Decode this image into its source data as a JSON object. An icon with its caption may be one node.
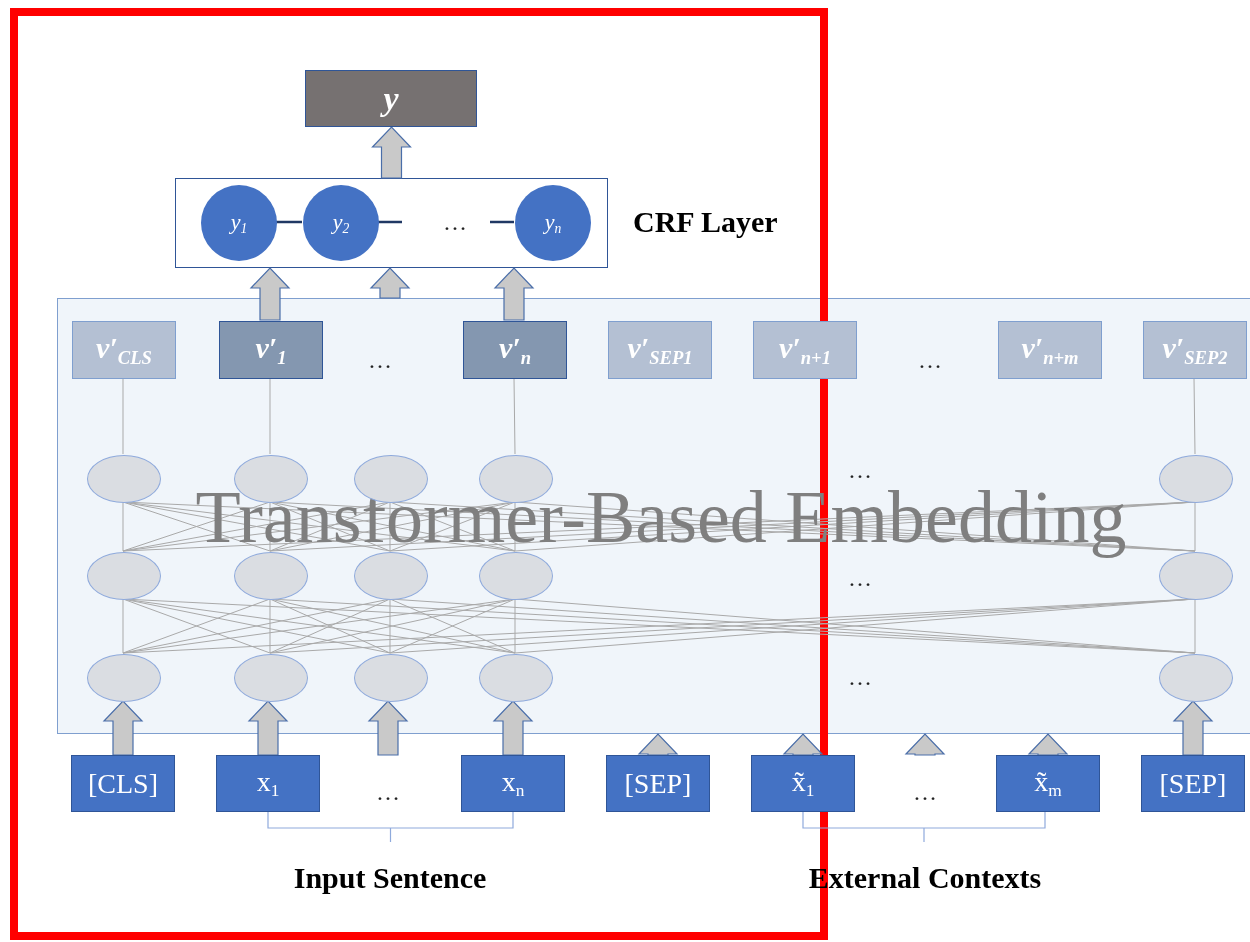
{
  "diagram": {
    "nodes": [
      {
        "text": [
          "y"
        ]
      },
      {
        "text": [
          "CRF Layer"
        ]
      },
      {
        "text": [
          "y$_{1}$"
        ],
        "in": 1
      },
      {
        "text": [
          "y$_{2}$"
        ],
        "in": 1
      },
      {
        "text": [
          "y$_{n}$"
        ],
        "in": 1
      },
      {
        "text": [
          "Transformer-Based Embedding"
        ]
      },
      {
        "text": [
          "v′$_{CLS}$"
        ],
        "in": 5
      },
      {
        "text": [
          "v′$_{1}$"
        ],
        "in": 5
      },
      {
        "text": [
          "v′$_{n}$"
        ],
        "in": 5
      },
      {
        "text": [
          "v′$_{SEP1}$"
        ],
        "in": 5
      },
      {
        "text": [
          "v′$_{n+1}$"
        ],
        "in": 5
      },
      {
        "text": [
          "v′$_{n+m}$"
        ],
        "in": 5
      },
      {
        "text": [
          "v′$_{SEP2}$"
        ],
        "in": 5
      },
      {
        "text": [],
        "shape": "ellipse",
        "in": 5
      },
      {
        "text": [],
        "shape": "ellipse",
        "in": 5
      },
      {
        "text": [],
        "shape": "ellipse",
        "in": 5
      },
      {
        "text": [],
        "shape": "ellipse",
        "in": 5
      },
      {
        "text": [],
        "shape": "ellipse",
        "in": 5
      },
      {
        "text": [],
        "shape": "ellipse",
        "in": 5
      },
      {
        "text": [],
        "shape": "ellipse",
        "in": 5
      },
      {
        "text": [],
        "shape": "ellipse",
        "in": 5
      },
      {
        "text": [],
        "shape": "ellipse",
        "in": 5
      },
      {
        "text": [],
        "shape": "ellipse",
        "in": 5
      },
      {
        "text": [],
        "shape": "ellipse",
        "in": 5
      },
      {
        "text": [],
        "shape": "ellipse",
        "in": 5
      },
      {
        "text": [],
        "shape": "ellipse",
        "in": 5
      },
      {
        "text": [],
        "shape": "ellipse",
        "in": 5
      },
      {
        "text": [],
        "shape": "ellipse",
        "in": 5
      },
      {
        "text": [
          "[CLS]"
        ]
      },
      {
        "text": [
          "x$_{1}$"
        ]
      },
      {
        "text": [
          "x$_{n}$"
        ]
      },
      {
        "text": [
          "[SEP]"
        ]
      },
      {
        "text": [
          "x̃$_{1}$"
        ]
      },
      {
        "text": [
          "x̃$_{m}$"
        ]
      },
      {
        "text": [
          "[SEP]"
        ]
      }
    ],
    "edges": [
      {
        "from": 1,
        "to": 0,
        "arrow": "to",
        "style": "thick"
      },
      {
        "from": 7,
        "to": 1,
        "arrow": "to",
        "style": "thick"
      },
      {
        "from": 5,
        "to": 1,
        "arrow": "to",
        "style": "thick"
      },
      {
        "from": 8,
        "to": 1,
        "arrow": "to",
        "style": "thick"
      },
      {
        "from": 2,
        "to": 3,
        "arrow": "none",
        "color": "#203864"
      },
      {
        "from": 3,
        "to": null,
        "arrow": "none",
        "color": "#203864"
      },
      {
        "from": null,
        "to": 4,
        "arrow": "none",
        "color": "#203864"
      },
      {
        "from": 6,
        "to": 13,
        "arrow": "none"
      },
      {
        "from": 7,
        "to": 14,
        "arrow": "none"
      },
      {
        "from": 8,
        "to": 16,
        "arrow": "none"
      },
      {
        "from": 12,
        "to": 17,
        "arrow": "none"
      },
      {
        "from": 28,
        "to": 23,
        "arrow": "to",
        "style": "thick"
      },
      {
        "from": 29,
        "to": 24,
        "arrow": "to",
        "style": "thick"
      },
      {
        "from": null,
        "to": 25,
        "arrow": "to",
        "style": "thick"
      },
      {
        "from": 30,
        "to": 26,
        "arrow": "to",
        "style": "thick"
      },
      {
        "from": 31,
        "to": 5,
        "arrow": "to",
        "style": "thick"
      },
      {
        "from": 32,
        "to": 5,
        "arrow": "to",
        "style": "thick"
      },
      {
        "from": null,
        "to": 5,
        "arrow": "to",
        "style": "thick"
      },
      {
        "from": 33,
        "to": 5,
        "arrow": "to",
        "style": "thick"
      },
      {
        "from": 34,
        "to": 27,
        "arrow": "to",
        "style": "thick"
      },
      {
        "from": 13,
        "to": 18,
        "arrow": "none"
      },
      {
        "from": 13,
        "to": 19,
        "arrow": "none"
      },
      {
        "from": 13,
        "to": 20,
        "arrow": "none"
      },
      {
        "from": 13,
        "to": 21,
        "arrow": "none"
      },
      {
        "from": 13,
        "to": 22,
        "arrow": "none"
      },
      {
        "from": 14,
        "to": 18,
        "arrow": "none"
      },
      {
        "from": 14,
        "to": 19,
        "arrow": "none"
      },
      {
        "from": 14,
        "to": 20,
        "arrow": "none"
      },
      {
        "from": 14,
        "to": 21,
        "arrow": "none"
      },
      {
        "from": 14,
        "to": 22,
        "arrow": "none"
      },
      {
        "from": 15,
        "to": 18,
        "arrow": "none"
      },
      {
        "from": 15,
        "to": 19,
        "arrow": "none"
      },
      {
        "from": 15,
        "to": 20,
        "arrow": "none"
      },
      {
        "from": 15,
        "to": 21,
        "arrow": "none"
      },
      {
        "from": 15,
        "to": 22,
        "arrow": "none"
      },
      {
        "from": 16,
        "to": 18,
        "arrow": "none"
      },
      {
        "from": 16,
        "to": 19,
        "arrow": "none"
      },
      {
        "from": 16,
        "to": 20,
        "arrow": "none"
      },
      {
        "from": 16,
        "to": 21,
        "arrow": "none"
      },
      {
        "from": 16,
        "to": 22,
        "arrow": "none"
      },
      {
        "from": 17,
        "to": 18,
        "arrow": "none"
      },
      {
        "from": 17,
        "to": 19,
        "arrow": "none"
      },
      {
        "from": 17,
        "to": 20,
        "arrow": "none"
      },
      {
        "from": 17,
        "to": 21,
        "arrow": "none"
      },
      {
        "from": 17,
        "to": 22,
        "arrow": "none"
      },
      {
        "from": 18,
        "to": 23,
        "arrow": "none"
      },
      {
        "from": 18,
        "to": 24,
        "arrow": "none"
      },
      {
        "from": 18,
        "to": 25,
        "arrow": "none"
      },
      {
        "from": 18,
        "to": 26,
        "arrow": "none"
      },
      {
        "from": 18,
        "to": 27,
        "arrow": "none"
      },
      {
        "from": 19,
        "to": 23,
        "arrow": "none"
      },
      {
        "from": 19,
        "to": 24,
        "arrow": "none"
      },
      {
        "from": 19,
        "to": 25,
        "arrow": "none"
      },
      {
        "from": 19,
        "to": 26,
        "arrow": "none"
      },
      {
        "from": 19,
        "to": 27,
        "arrow": "none"
      },
      {
        "from": 20,
        "to": 23,
        "arrow": "none"
      },
      {
        "from": 20,
        "to": 24,
        "arrow": "none"
      },
      {
        "from": 20,
        "to": 25,
        "arrow": "none"
      },
      {
        "from": 20,
        "to": 26,
        "arrow": "none"
      },
      {
        "from": 20,
        "to": 27,
        "arrow": "none"
      },
      {
        "from": 21,
        "to": 23,
        "arrow": "none"
      },
      {
        "from": 21,
        "to": 24,
        "arrow": "none"
      },
      {
        "from": 21,
        "to": 25,
        "arrow": "none"
      },
      {
        "from": 21,
        "to": 26,
        "arrow": "none"
      },
      {
        "from": 21,
        "to": 27,
        "arrow": "none"
      },
      {
        "from": 22,
        "to": 23,
        "arrow": "none"
      },
      {
        "from": 22,
        "to": 24,
        "arrow": "none"
      },
      {
        "from": 22,
        "to": 25,
        "arrow": "none"
      },
      {
        "from": 22,
        "to": 26,
        "arrow": "none"
      },
      {
        "from": 22,
        "to": 27,
        "arrow": "none"
      }
    ],
    "labels": [
      "…",
      "…",
      "…",
      "…",
      "…",
      "…",
      "…",
      "…",
      "Input Sentence",
      "External Contexts"
    ]
  }
}
